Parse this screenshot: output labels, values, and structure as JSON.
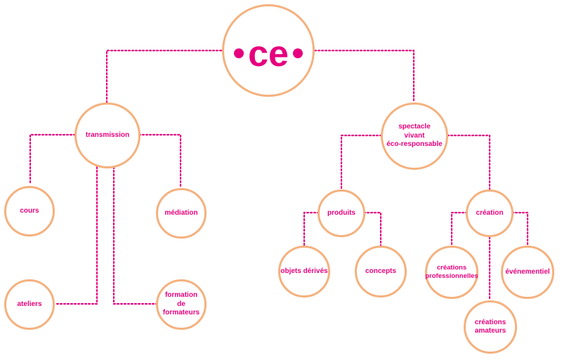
{
  "colors": {
    "accent": "#e6007e",
    "circle_border": "#f4b17e",
    "connector": "#e6007e"
  },
  "logo": {
    "text": "ce",
    "icon": "ce-logo-mark"
  },
  "nodes": {
    "transmission": "transmission",
    "spectacle": "spectacle\nvivant\néco-responsable",
    "cours": "cours",
    "mediation": "médiation",
    "ateliers": "ateliers",
    "formation": "formation\nde\nformateurs",
    "produits": "produits",
    "creation": "création",
    "objets_derives": "objets dérivés",
    "concepts": "concepts",
    "creations_pro": "créations\nprofessionnelles",
    "evenementiel": "événementiel",
    "creations_amateurs": "créations\namateurs"
  }
}
